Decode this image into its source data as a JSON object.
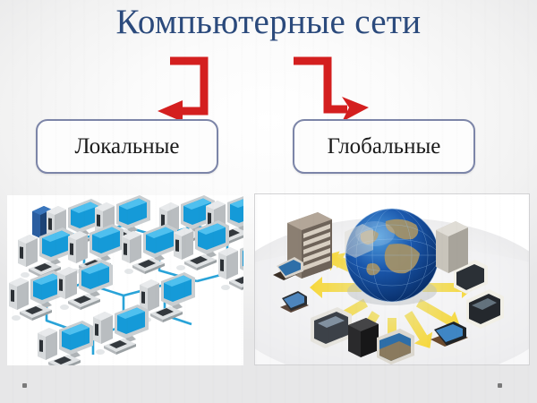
{
  "slide": {
    "title": "Компьютерные сети",
    "title_color": "#2b4a7c",
    "background_color": "#efefef",
    "accent_arrow_color": "#d41f1f",
    "box_border_color": "#7c85a8"
  },
  "categories": [
    {
      "id": "local",
      "label": "Локальные",
      "arrow": "elbow-arrow-left",
      "image_caption": "local-area-network-diagram"
    },
    {
      "id": "global",
      "label": "Глобальные",
      "arrow": "elbow-arrow-right",
      "image_caption": "global-network-globe-diagram"
    }
  ],
  "images": {
    "lan": {
      "name": "lan-diagram",
      "description": "Сеть настольных компьютеров, соединённых голубыми кабелями",
      "cable_color": "#29a3d8",
      "monitor_color": "#1a9ad6",
      "tower_color": "#cfd2d4",
      "server_color": "#1f3f7a",
      "computer_count": 14
    },
    "wan": {
      "name": "wan-globe-diagram",
      "description": "Земной шар с жёлтыми стрелками к устройствам по всему миру",
      "globe_ocean_color": "#1549a0",
      "globe_land_color": "#9d8f6a",
      "arrow_color": "#f2d24a",
      "device_count": 12
    }
  },
  "decorations": {
    "corner_dot_color": "#7a7a7a",
    "corner_dots": 2
  }
}
